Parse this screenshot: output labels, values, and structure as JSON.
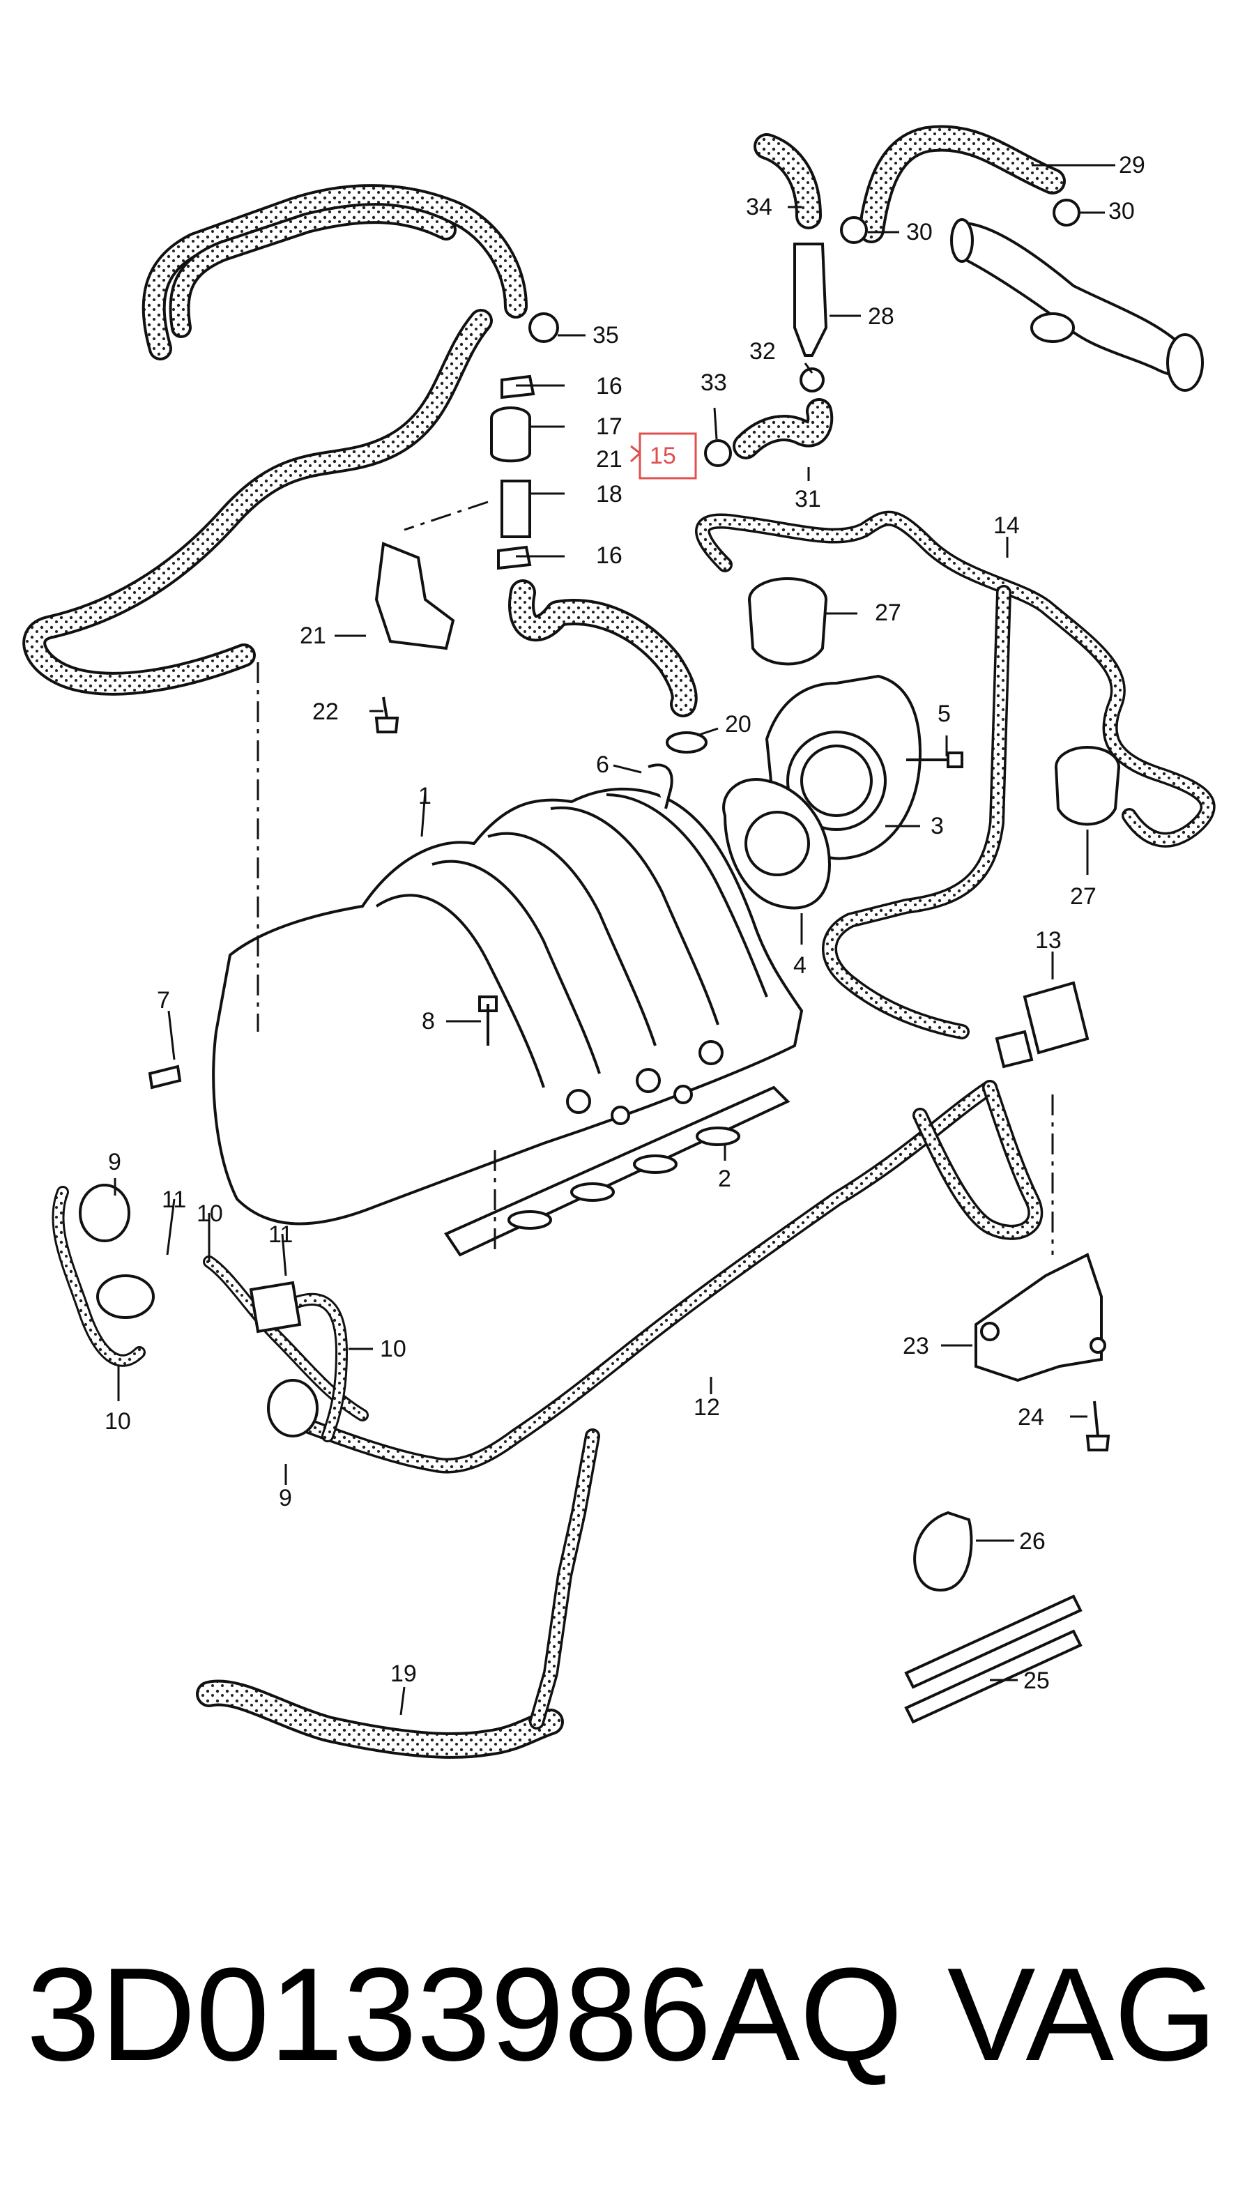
{
  "diagram": {
    "callouts": [
      {
        "id": "29",
        "label": "29"
      },
      {
        "id": "34",
        "label": "34"
      },
      {
        "id": "30a",
        "label": "30"
      },
      {
        "id": "30b",
        "label": "30"
      },
      {
        "id": "35",
        "label": "35"
      },
      {
        "id": "28",
        "label": "28"
      },
      {
        "id": "32",
        "label": "32"
      },
      {
        "id": "33",
        "label": "33"
      },
      {
        "id": "16a",
        "label": "16"
      },
      {
        "id": "17",
        "label": "17"
      },
      {
        "id": "21a",
        "label": "21"
      },
      {
        "id": "15",
        "label": "15",
        "highlight": true
      },
      {
        "id": "18",
        "label": "18"
      },
      {
        "id": "31",
        "label": "31"
      },
      {
        "id": "16b",
        "label": "16"
      },
      {
        "id": "14",
        "label": "14"
      },
      {
        "id": "27a",
        "label": "27"
      },
      {
        "id": "21b",
        "label": "21"
      },
      {
        "id": "20",
        "label": "20"
      },
      {
        "id": "22",
        "label": "22"
      },
      {
        "id": "5",
        "label": "5"
      },
      {
        "id": "6",
        "label": "6"
      },
      {
        "id": "3",
        "label": "3"
      },
      {
        "id": "1",
        "label": "1"
      },
      {
        "id": "27b",
        "label": "27"
      },
      {
        "id": "4",
        "label": "4"
      },
      {
        "id": "13",
        "label": "13"
      },
      {
        "id": "7",
        "label": "7"
      },
      {
        "id": "8",
        "label": "8"
      },
      {
        "id": "2",
        "label": "2"
      },
      {
        "id": "9a",
        "label": "9"
      },
      {
        "id": "11a",
        "label": "11"
      },
      {
        "id": "10a",
        "label": "10"
      },
      {
        "id": "11b",
        "label": "11"
      },
      {
        "id": "10b",
        "label": "10"
      },
      {
        "id": "23",
        "label": "23"
      },
      {
        "id": "10c",
        "label": "10"
      },
      {
        "id": "12",
        "label": "12"
      },
      {
        "id": "24",
        "label": "24"
      },
      {
        "id": "9b",
        "label": "9"
      },
      {
        "id": "26",
        "label": "26"
      },
      {
        "id": "25",
        "label": "25"
      },
      {
        "id": "19",
        "label": "19"
      }
    ],
    "highlight_color": "#e05050"
  },
  "caption": {
    "part_number": "3D0133986AQ",
    "brand": "VAG"
  }
}
